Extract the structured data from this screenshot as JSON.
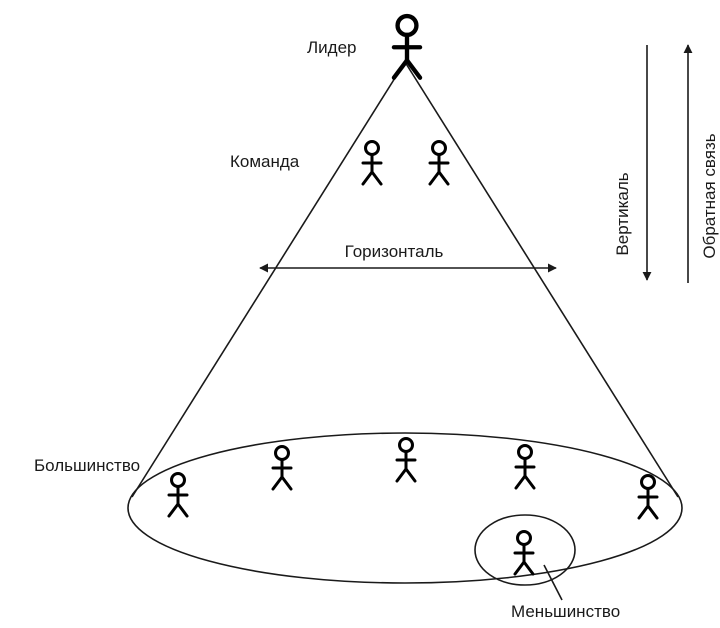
{
  "diagram": {
    "labels": {
      "leader": "Лидер",
      "team": "Команда",
      "horizontal": "Горизонталь",
      "vertical": "Вертикаль",
      "feedback": "Обратная связь",
      "majority": "Большинство",
      "minority": "Меньшинство"
    },
    "figures": {
      "leader_count": 1,
      "team_count": 2,
      "majority_count": 5,
      "minority_count": 1
    },
    "colors": {
      "line": "#1a1a1a",
      "figure": "#000000",
      "background": "#ffffff"
    }
  }
}
